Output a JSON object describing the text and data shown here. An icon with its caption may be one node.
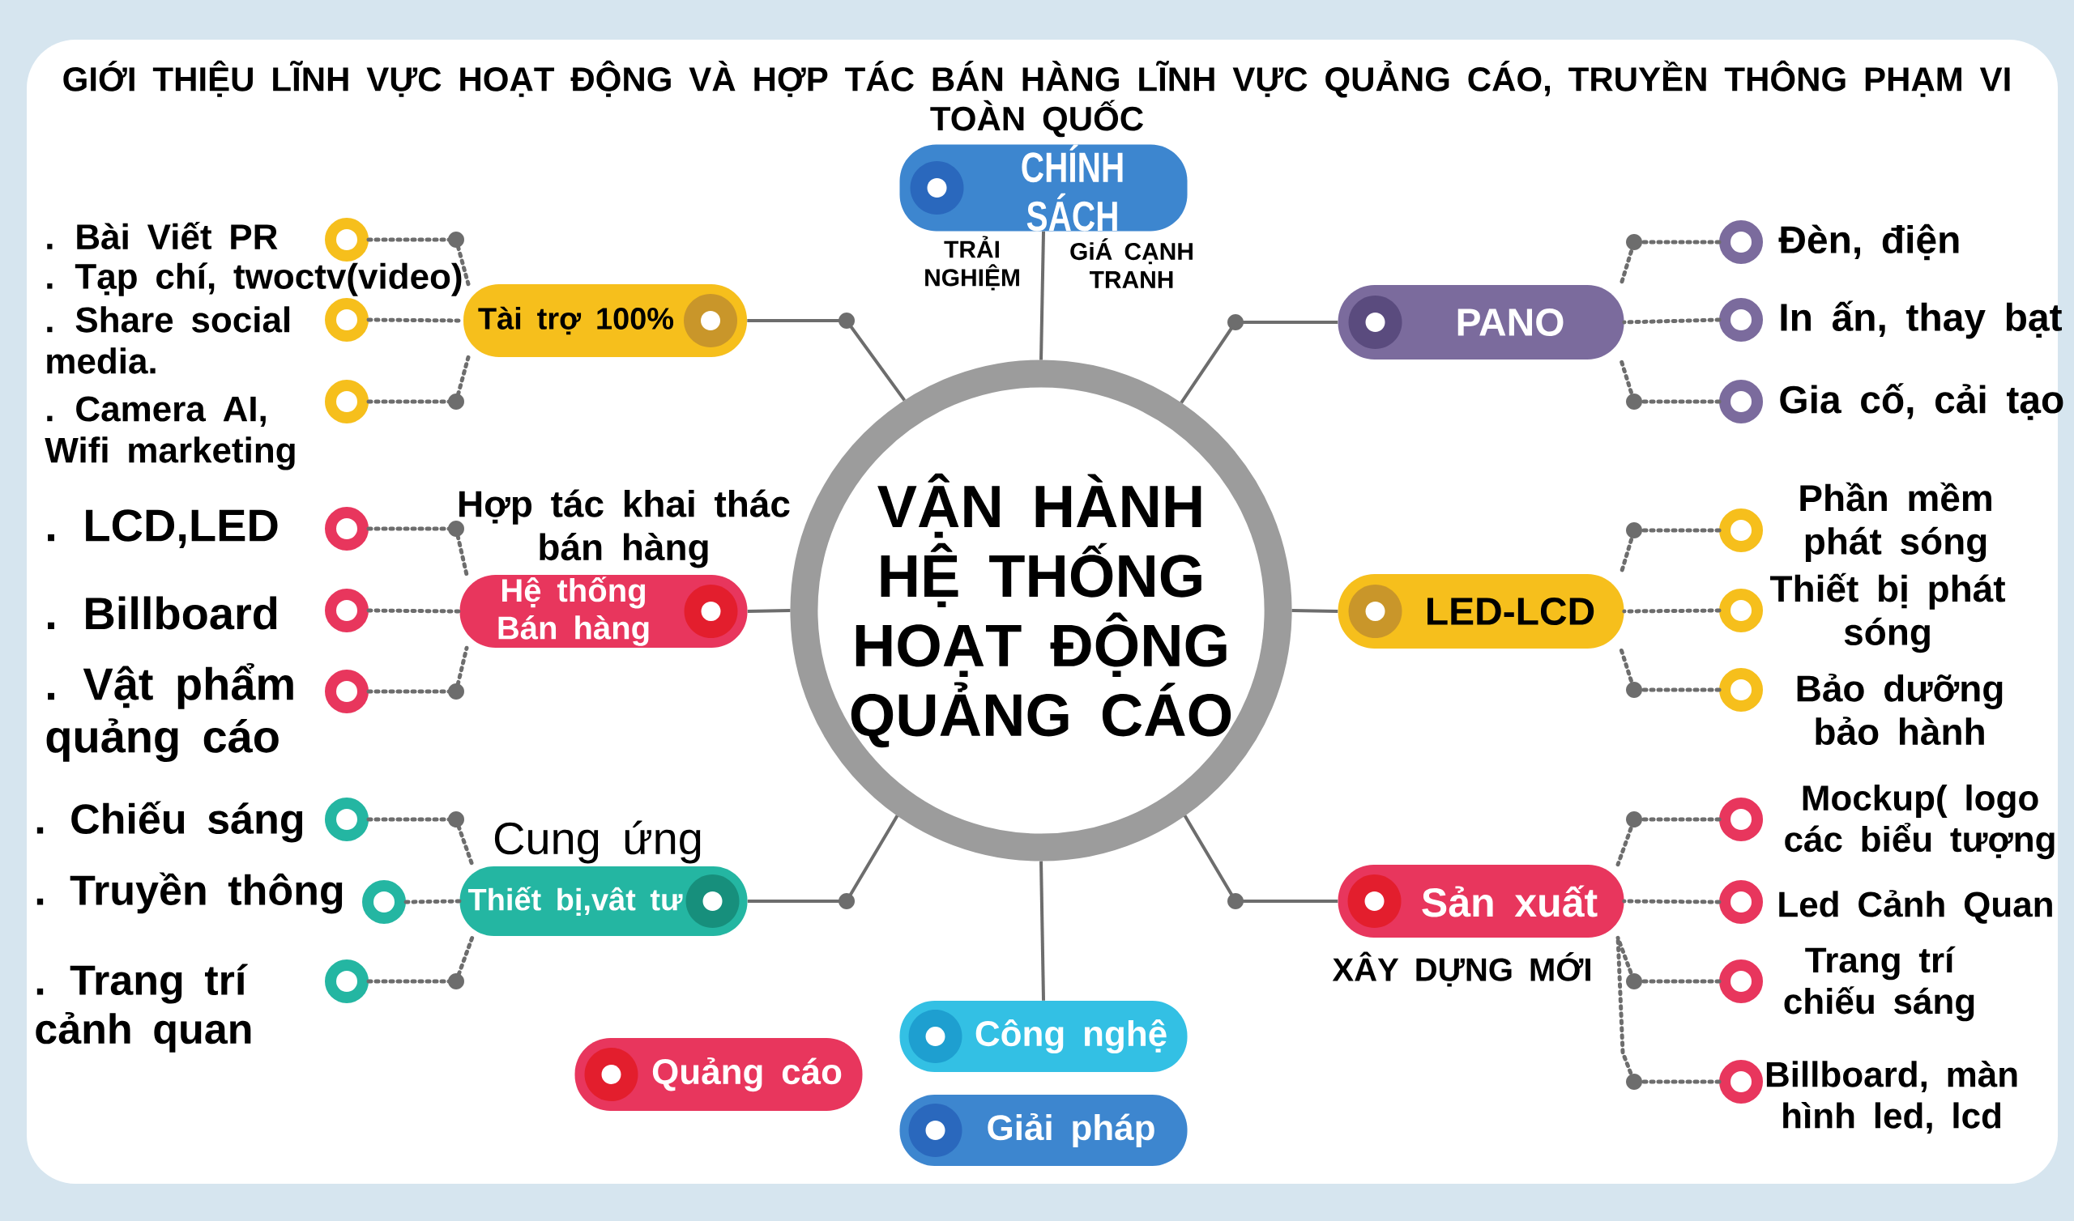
{
  "diagram": {
    "title": "GIỚI THIỆU LĨNH VỰC HOẠT ĐỘNG VÀ HỢP TÁC BÁN HÀNG LĨNH VỰC QUẢNG CÁO, TRUYỀN THÔNG PHẠM VI TOÀN QUỐC",
    "nodes": [
      {
        "text": [
          "VẬN HÀNH HỆ THỐNG HOẠT ĐỘNG QUẢNG CÁO"
        ]
      },
      {
        "text": [
          "CHÍNH SÁCH"
        ],
        "beside": [
          "TRẢI NGHIỆM",
          "GiÁ CẠNH TRANH"
        ]
      },
      {
        "text": [
          "Tài trợ 100%"
        ]
      },
      {
        "text": [
          "Hợp tác khai thác bán hàng",
          "Hệ thống Bán hàng"
        ]
      },
      {
        "text": [
          "Cung ứng",
          "Thiết bị,vât tư"
        ]
      },
      {
        "text": [
          "Quảng cáo"
        ]
      },
      {
        "text": [
          "PANO"
        ]
      },
      {
        "text": [
          "LED-LCD"
        ]
      },
      {
        "text": [
          "Sản xuất"
        ],
        "beside": [
          "XÂY DỰNG MỚI"
        ]
      },
      {
        "text": [
          "Công nghệ"
        ]
      },
      {
        "text": [
          "Giải pháp"
        ]
      },
      {
        "text": [],
        "shape": "circle",
        "beside": [
          ". Bài Viết PR",
          ". Tạp chí, twoctv(video)"
        ]
      },
      {
        "text": [],
        "shape": "circle",
        "beside": [
          ". Share social media."
        ]
      },
      {
        "text": [],
        "shape": "circle",
        "beside": [
          ". Camera AI, Wifi marketing"
        ]
      },
      {
        "text": [],
        "shape": "circle",
        "beside": [
          ". LCD,LED"
        ]
      },
      {
        "text": [],
        "shape": "circle",
        "beside": [
          ". Billboard"
        ]
      },
      {
        "text": [],
        "shape": "circle",
        "beside": [
          ". Vật phẩm quảng cáo"
        ]
      },
      {
        "text": [],
        "shape": "circle",
        "beside": [
          ". Chiếu sáng"
        ]
      },
      {
        "text": [],
        "shape": "circle",
        "beside": [
          ". Truyền thông"
        ]
      },
      {
        "text": [],
        "shape": "circle",
        "beside": [
          ". Trang trí cảnh quan"
        ]
      },
      {
        "text": [],
        "shape": "circle",
        "beside": [
          "Đèn, điện"
        ]
      },
      {
        "text": [],
        "shape": "circle",
        "beside": [
          "In ấn, thay bạt"
        ]
      },
      {
        "text": [],
        "shape": "circle",
        "beside": [
          "Gia cố, cải tạo"
        ]
      },
      {
        "text": [],
        "shape": "circle",
        "beside": [
          "Phần mềm phát sóng"
        ]
      },
      {
        "text": [],
        "shape": "circle",
        "beside": [
          "Thiết bị phát sóng"
        ]
      },
      {
        "text": [],
        "shape": "circle",
        "beside": [
          "Bảo dưỡng bảo hành"
        ]
      },
      {
        "text": [],
        "shape": "circle",
        "beside": [
          "Mockup( logo các biểu tượng"
        ]
      },
      {
        "text": [],
        "shape": "circle",
        "beside": [
          "Led Cảnh Quan"
        ]
      },
      {
        "text": [],
        "shape": "circle",
        "beside": [
          "Trang trí chiếu sáng"
        ]
      },
      {
        "text": [],
        "shape": "circle",
        "beside": [
          "Billboard, màn hình led, lcd"
        ]
      }
    ],
    "edges": [
      {
        "from": 0,
        "to": 1,
        "arrow": "none"
      },
      {
        "from": 0,
        "to": 2,
        "arrow": "none"
      },
      {
        "from": 0,
        "to": 3,
        "arrow": "none"
      },
      {
        "from": 0,
        "to": 4,
        "arrow": "none"
      },
      {
        "from": 0,
        "to": 6,
        "arrow": "none"
      },
      {
        "from": 0,
        "to": 7,
        "arrow": "none"
      },
      {
        "from": 0,
        "to": 8,
        "arrow": "none"
      },
      {
        "from": 0,
        "to": 9,
        "arrow": "none"
      },
      {
        "from": 2,
        "to": 11,
        "arrow": "none",
        "style": "dashed"
      },
      {
        "from": 2,
        "to": 12,
        "arrow": "none",
        "style": "dashed"
      },
      {
        "from": 2,
        "to": 13,
        "arrow": "none",
        "style": "dashed"
      },
      {
        "from": 3,
        "to": 14,
        "arrow": "none",
        "style": "dashed"
      },
      {
        "from": 3,
        "to": 15,
        "arrow": "none",
        "style": "dashed"
      },
      {
        "from": 3,
        "to": 16,
        "arrow": "none",
        "style": "dashed"
      },
      {
        "from": 4,
        "to": 17,
        "arrow": "none",
        "style": "dashed"
      },
      {
        "from": 4,
        "to": 18,
        "arrow": "none",
        "style": "dashed"
      },
      {
        "from": 4,
        "to": 19,
        "arrow": "none",
        "style": "dashed"
      },
      {
        "from": 6,
        "to": 20,
        "arrow": "none",
        "style": "dashed"
      },
      {
        "from": 6,
        "to": 21,
        "arrow": "none",
        "style": "dashed"
      },
      {
        "from": 6,
        "to": 22,
        "arrow": "none",
        "style": "dashed"
      },
      {
        "from": 7,
        "to": 23,
        "arrow": "none",
        "style": "dashed"
      },
      {
        "from": 7,
        "to": 24,
        "arrow": "none",
        "style": "dashed"
      },
      {
        "from": 7,
        "to": 25,
        "arrow": "none",
        "style": "dashed"
      },
      {
        "from": 8,
        "to": 26,
        "arrow": "none",
        "style": "dashed"
      },
      {
        "from": 8,
        "to": 27,
        "arrow": "none",
        "style": "dashed"
      },
      {
        "from": 8,
        "to": 28,
        "arrow": "none",
        "style": "dashed"
      },
      {
        "from": 8,
        "to": 29,
        "arrow": "none",
        "style": "dashed"
      }
    ]
  }
}
